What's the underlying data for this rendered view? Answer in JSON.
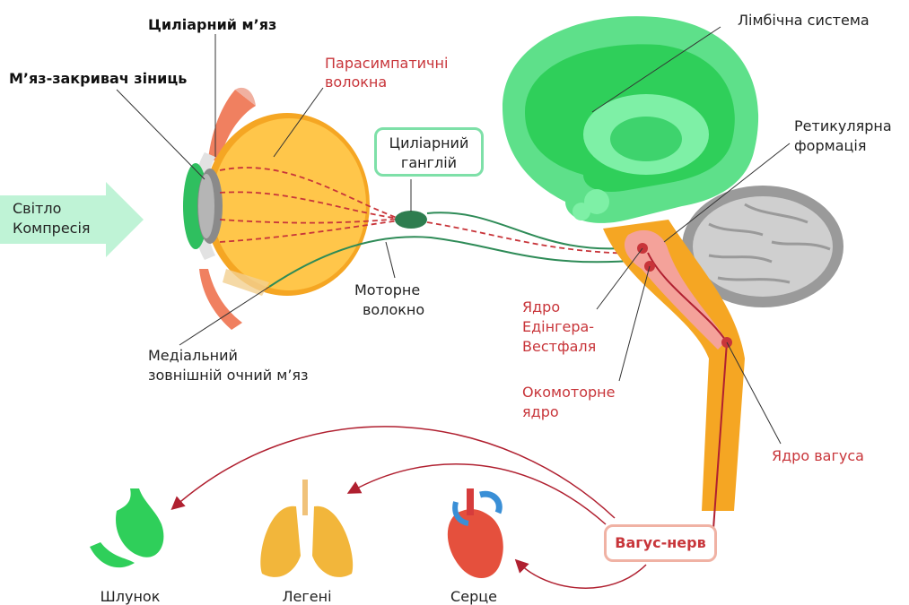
{
  "labels": {
    "light": "Світло",
    "compression": "Компресія",
    "ciliary_muscle": "Циліарний м’яз",
    "sphincter_pupillae": "М’яз-закривач зіниць",
    "parasympathetic_line1": "Парасимпатичні",
    "parasympathetic_line2": "волокна",
    "ganglion_line1": "Циліарний",
    "ganglion_line2": "ганглій",
    "motor_line1": "Моторне",
    "motor_line2": "волокно",
    "medial_line1": "Медіальний",
    "medial_line2": "зовнішній очний м’яз",
    "limbic": "Лімбічна система",
    "reticular_line1": "Ретикулярна",
    "reticular_line2": "формація",
    "ew_line1": "Ядро",
    "ew_line2": "Едінгера-",
    "ew_line3": "Вестфаля",
    "oculomotor_line1": "Окомоторне",
    "oculomotor_line2": "ядро",
    "vagus_nucleus": "Ядро вагуса",
    "vagus_nerve": "Вагус-нерв",
    "stomach": "Шлунок",
    "lungs": "Легені",
    "heart": "Серце"
  },
  "colors": {
    "red_text": "#c8353a",
    "green": "#2e8b57",
    "orange": "#f5a623",
    "brain_green": "#3ecf73"
  }
}
